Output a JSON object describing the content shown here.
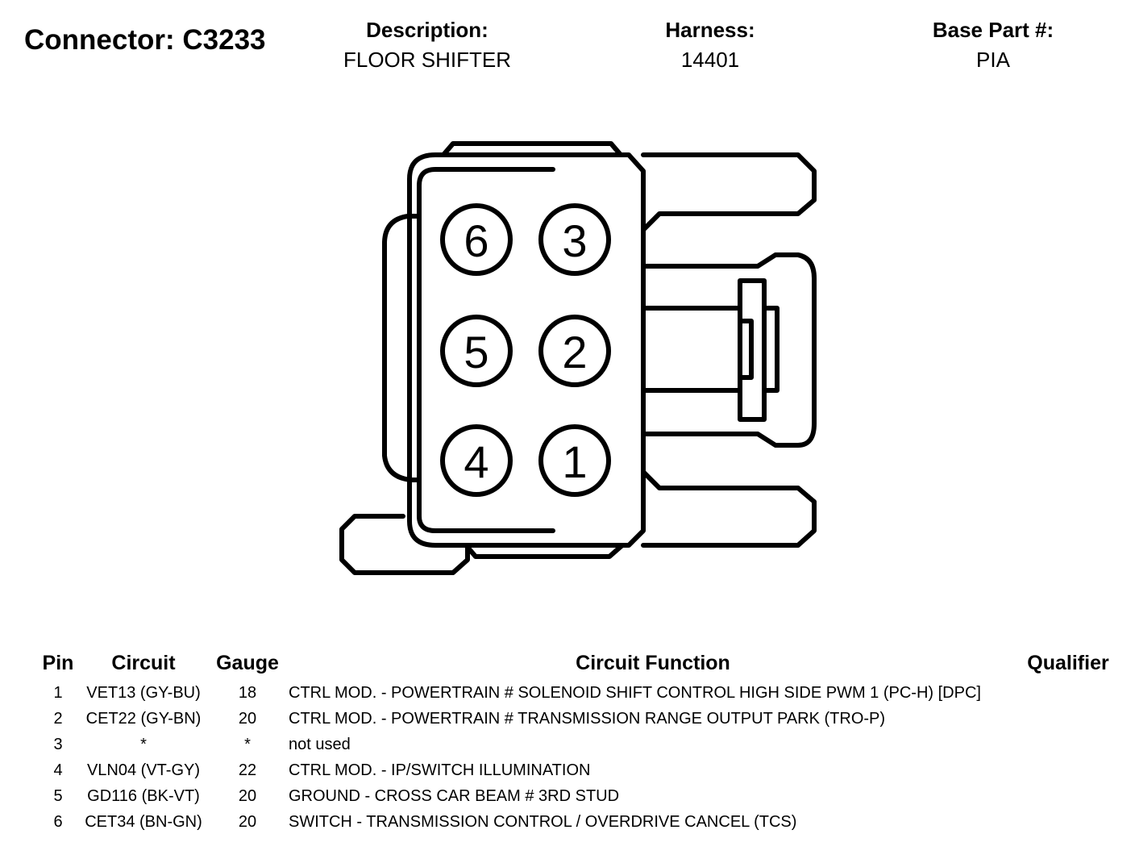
{
  "header": {
    "title": "Connector: C3233",
    "description_label": "Description:",
    "description_value": "FLOOR SHIFTER",
    "harness_label": "Harness:",
    "harness_value": "14401",
    "base_part_label": "Base Part #:",
    "base_part_value": "PIA"
  },
  "connector": {
    "pin_numbers": [
      "6",
      "3",
      "5",
      "2",
      "4",
      "1"
    ]
  },
  "table": {
    "columns": [
      "Pin",
      "Circuit",
      "Gauge",
      "Circuit Function",
      "Qualifier"
    ],
    "rows": [
      {
        "pin": "1",
        "circuit": "VET13 (GY-BU)",
        "gauge": "18",
        "function": "CTRL MOD. - POWERTRAIN # SOLENOID SHIFT CONTROL HIGH SIDE PWM 1 (PC-H) [DPC]",
        "qualifier": ""
      },
      {
        "pin": "2",
        "circuit": "CET22 (GY-BN)",
        "gauge": "20",
        "function": "CTRL MOD. - POWERTRAIN # TRANSMISSION RANGE OUTPUT PARK (TRO-P)",
        "qualifier": ""
      },
      {
        "pin": "3",
        "circuit": "*",
        "gauge": "*",
        "function": "not used",
        "qualifier": ""
      },
      {
        "pin": "4",
        "circuit": "VLN04 (VT-GY)",
        "gauge": "22",
        "function": "CTRL MOD. - IP/SWITCH ILLUMINATION",
        "qualifier": ""
      },
      {
        "pin": "5",
        "circuit": "GD116 (BK-VT)",
        "gauge": "20",
        "function": "GROUND - CROSS CAR BEAM # 3RD STUD",
        "qualifier": ""
      },
      {
        "pin": "6",
        "circuit": "CET34 (BN-GN)",
        "gauge": "20",
        "function": "SWITCH - TRANSMISSION CONTROL / OVERDRIVE CANCEL (TCS)",
        "qualifier": ""
      }
    ]
  }
}
